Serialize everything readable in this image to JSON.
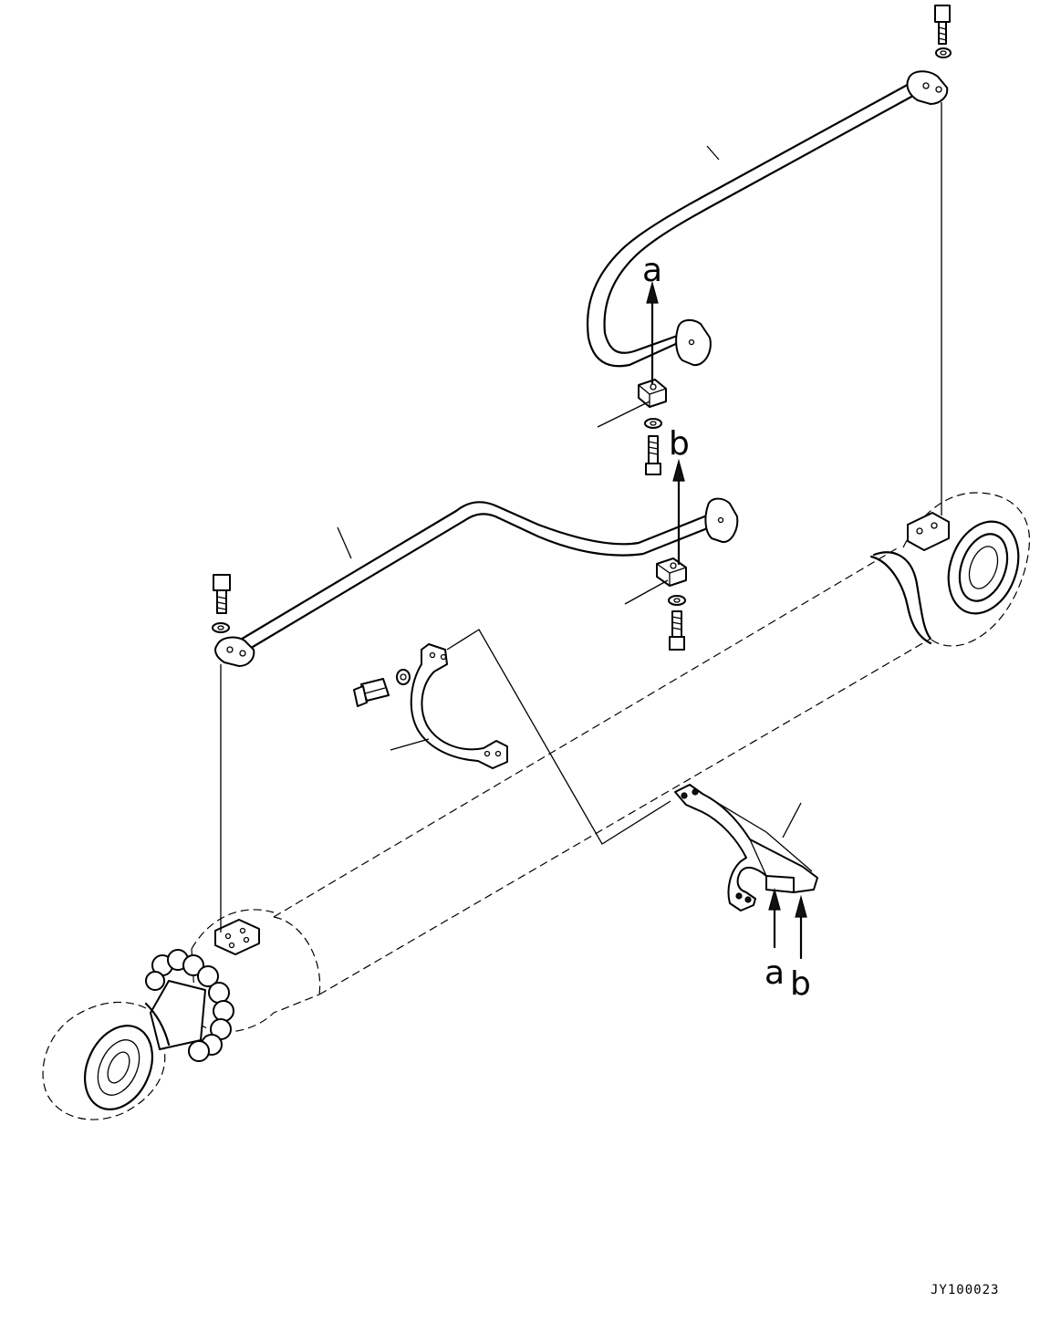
{
  "diagram": {
    "callout_labels": {
      "arrow_a_upper": "a",
      "arrow_b_upper": "b",
      "arrow_a_lower": "a",
      "arrow_b_lower": "b"
    },
    "drawing_code": "JY100023"
  }
}
